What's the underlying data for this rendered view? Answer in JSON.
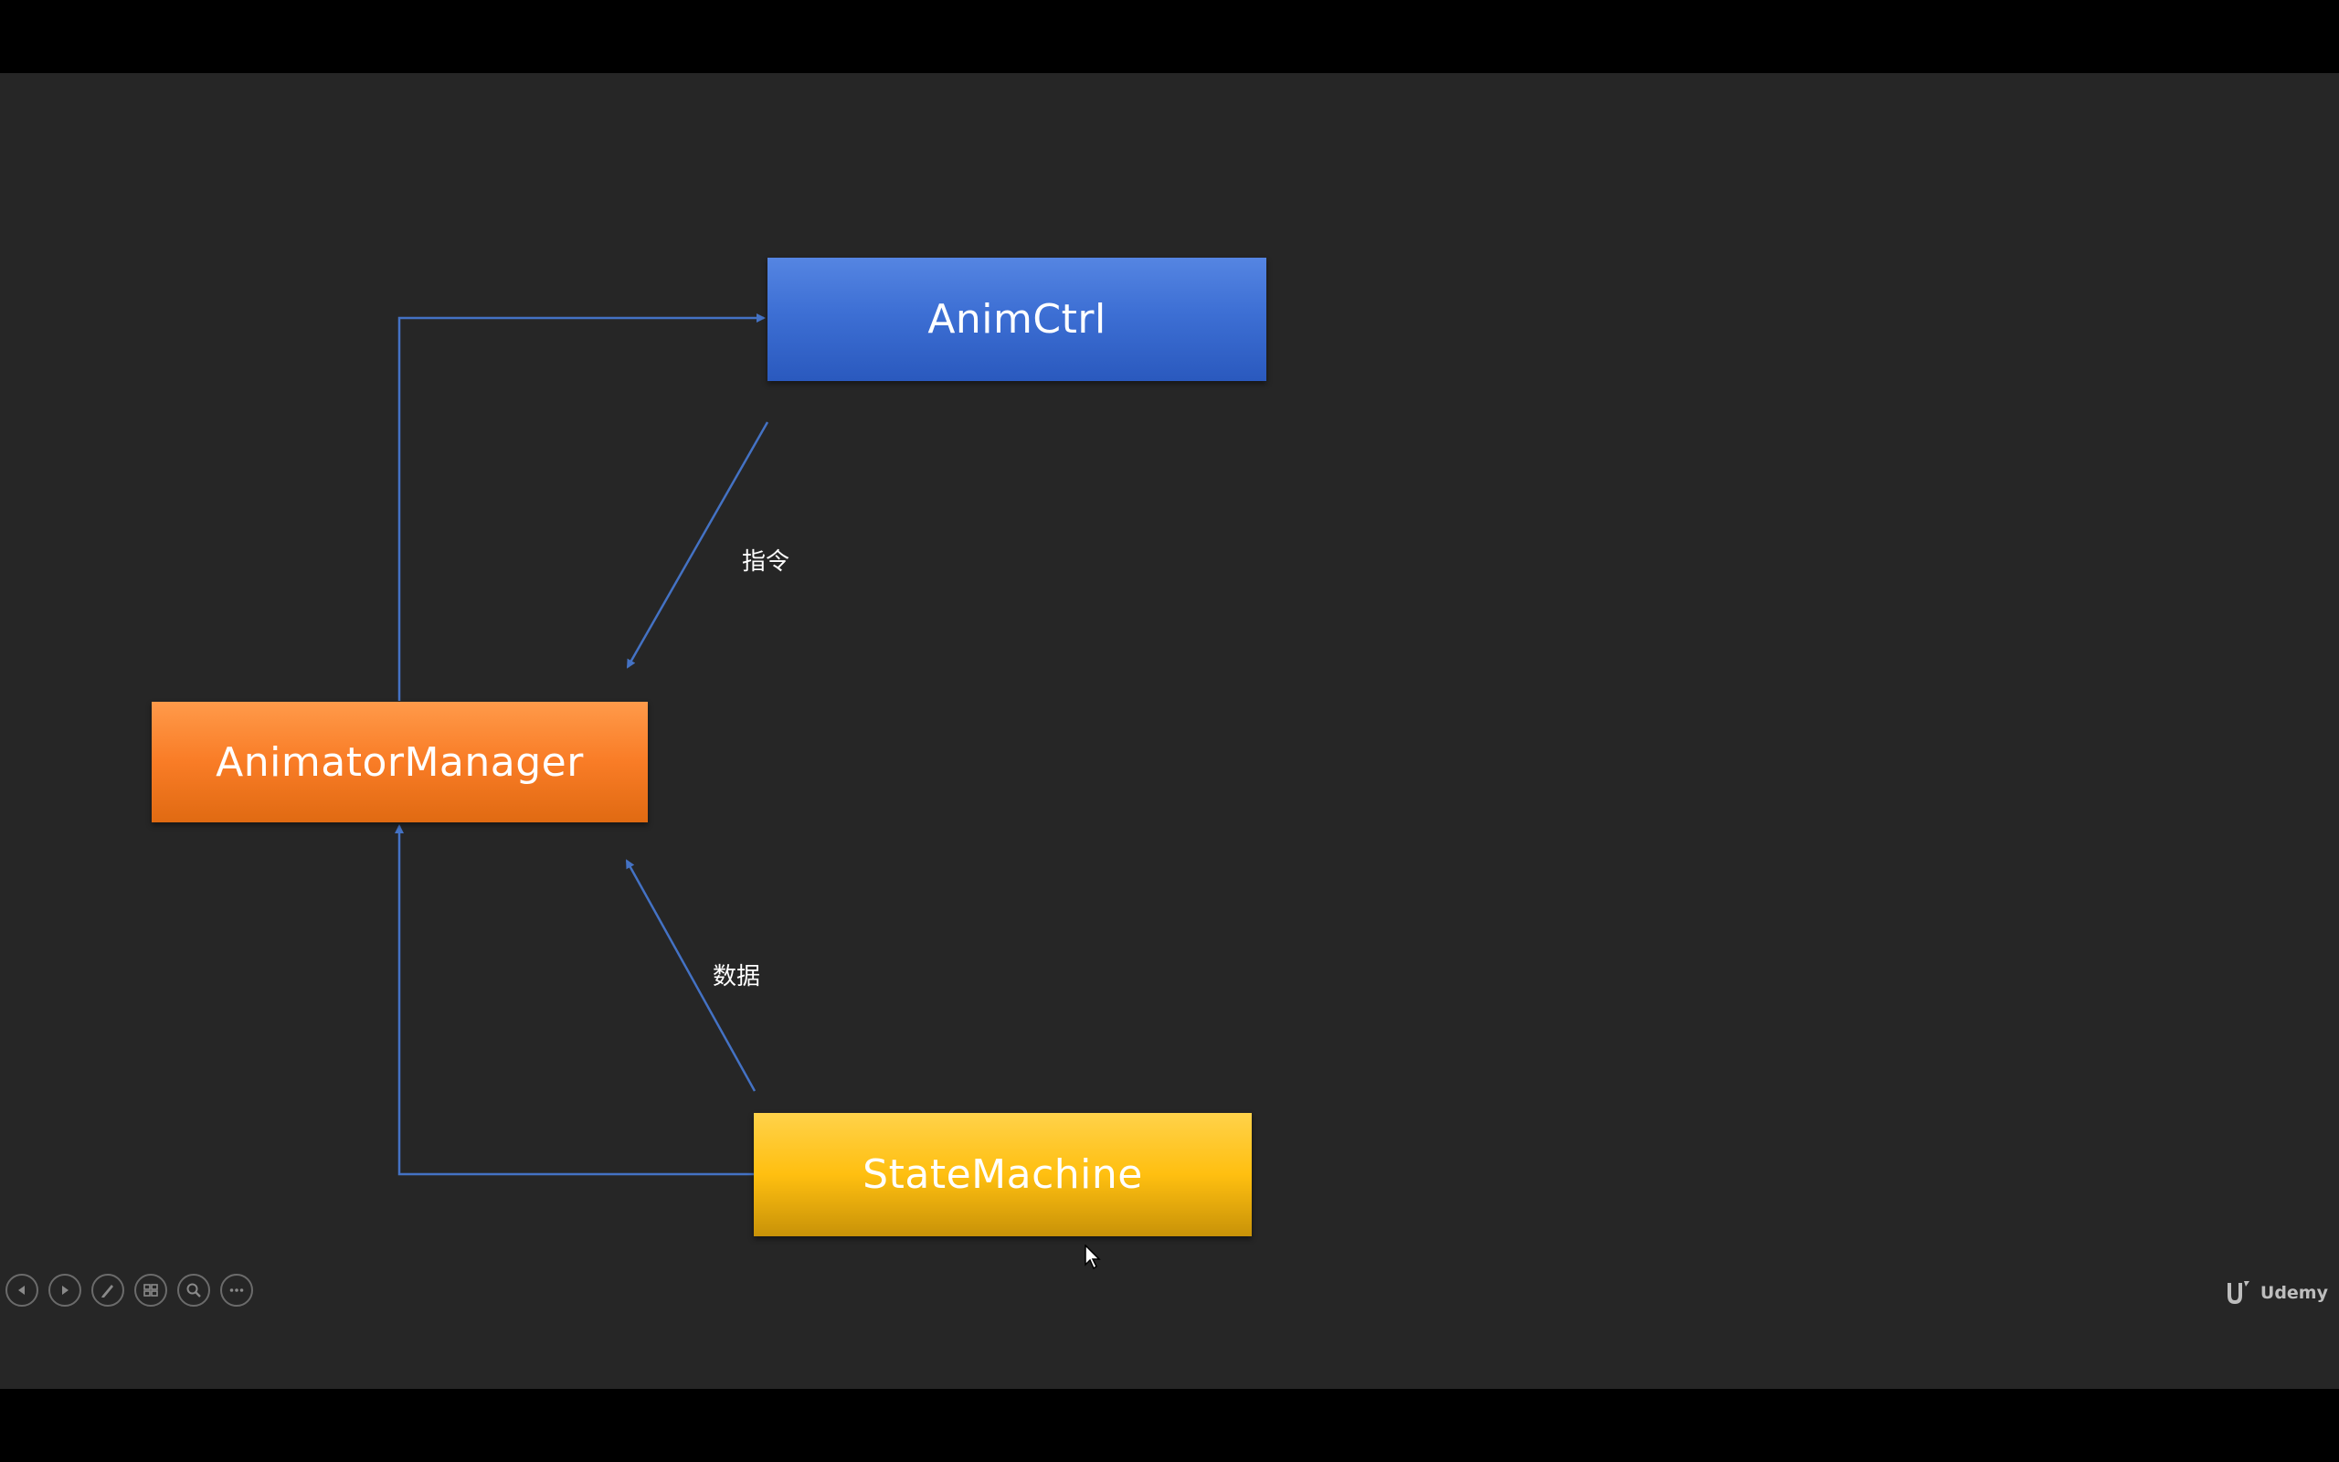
{
  "diagram": {
    "nodes": {
      "anim_ctrl": "AnimCtrl",
      "animator_manager": "AnimatorManager",
      "state_machine": "StateMachine"
    },
    "edges": [
      {
        "from": "AnimatorManager",
        "to": "AnimCtrl",
        "label": ""
      },
      {
        "from": "AnimCtrl",
        "to": "AnimatorManager",
        "label": "指令"
      },
      {
        "from": "StateMachine",
        "to": "AnimatorManager",
        "label": "数据"
      },
      {
        "from": "StateMachine",
        "to": "AnimatorManager",
        "label": ""
      }
    ],
    "edge_labels": {
      "instruction": "指令",
      "data": "数据"
    },
    "colors": {
      "background": "#262626",
      "connector": "#4472c4",
      "anim_ctrl": "#3d6fd4",
      "animator_manager": "#f97c26",
      "state_machine": "#ffbf10"
    }
  },
  "toolbar": {
    "buttons": [
      "previous-icon",
      "next-icon",
      "pen-icon",
      "slides-icon",
      "zoom-icon",
      "more-icon"
    ]
  },
  "brand": {
    "text": "Udemy",
    "icon": "udemy-logo-icon"
  }
}
